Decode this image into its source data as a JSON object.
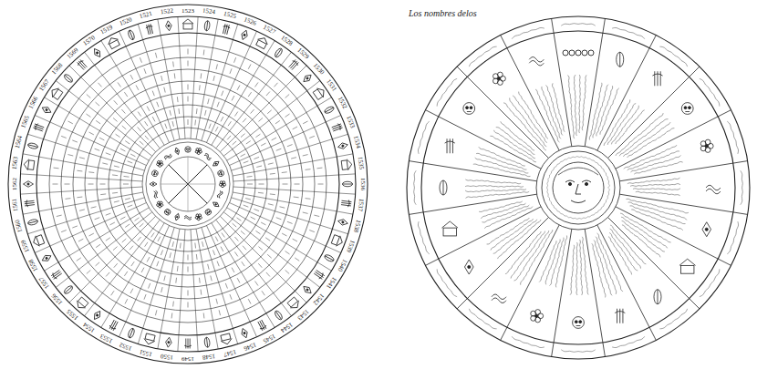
{
  "diagram": {
    "labels": [
      "Los nombres delos",
      "1519",
      "1520",
      "1521",
      "1522",
      "1523",
      "1524",
      "1525",
      "1526",
      "1527",
      "1528",
      "1529",
      "1530",
      "1531",
      "1532",
      "1533",
      "1534",
      "1535",
      "1536",
      "1537",
      "1538",
      "1539",
      "1540",
      "1541",
      "1542",
      "1543",
      "1544",
      "1545",
      "1546",
      "1547",
      "1548",
      "1549",
      "1550",
      "1551",
      "1552",
      "1553",
      "1554",
      "1555",
      "1556",
      "1557",
      "1558",
      "1559",
      "1560",
      "1561",
      "1562",
      "1563",
      "1564",
      "1565",
      "1566",
      "1567",
      "1568",
      "1569",
      "1570"
    ]
  }
}
